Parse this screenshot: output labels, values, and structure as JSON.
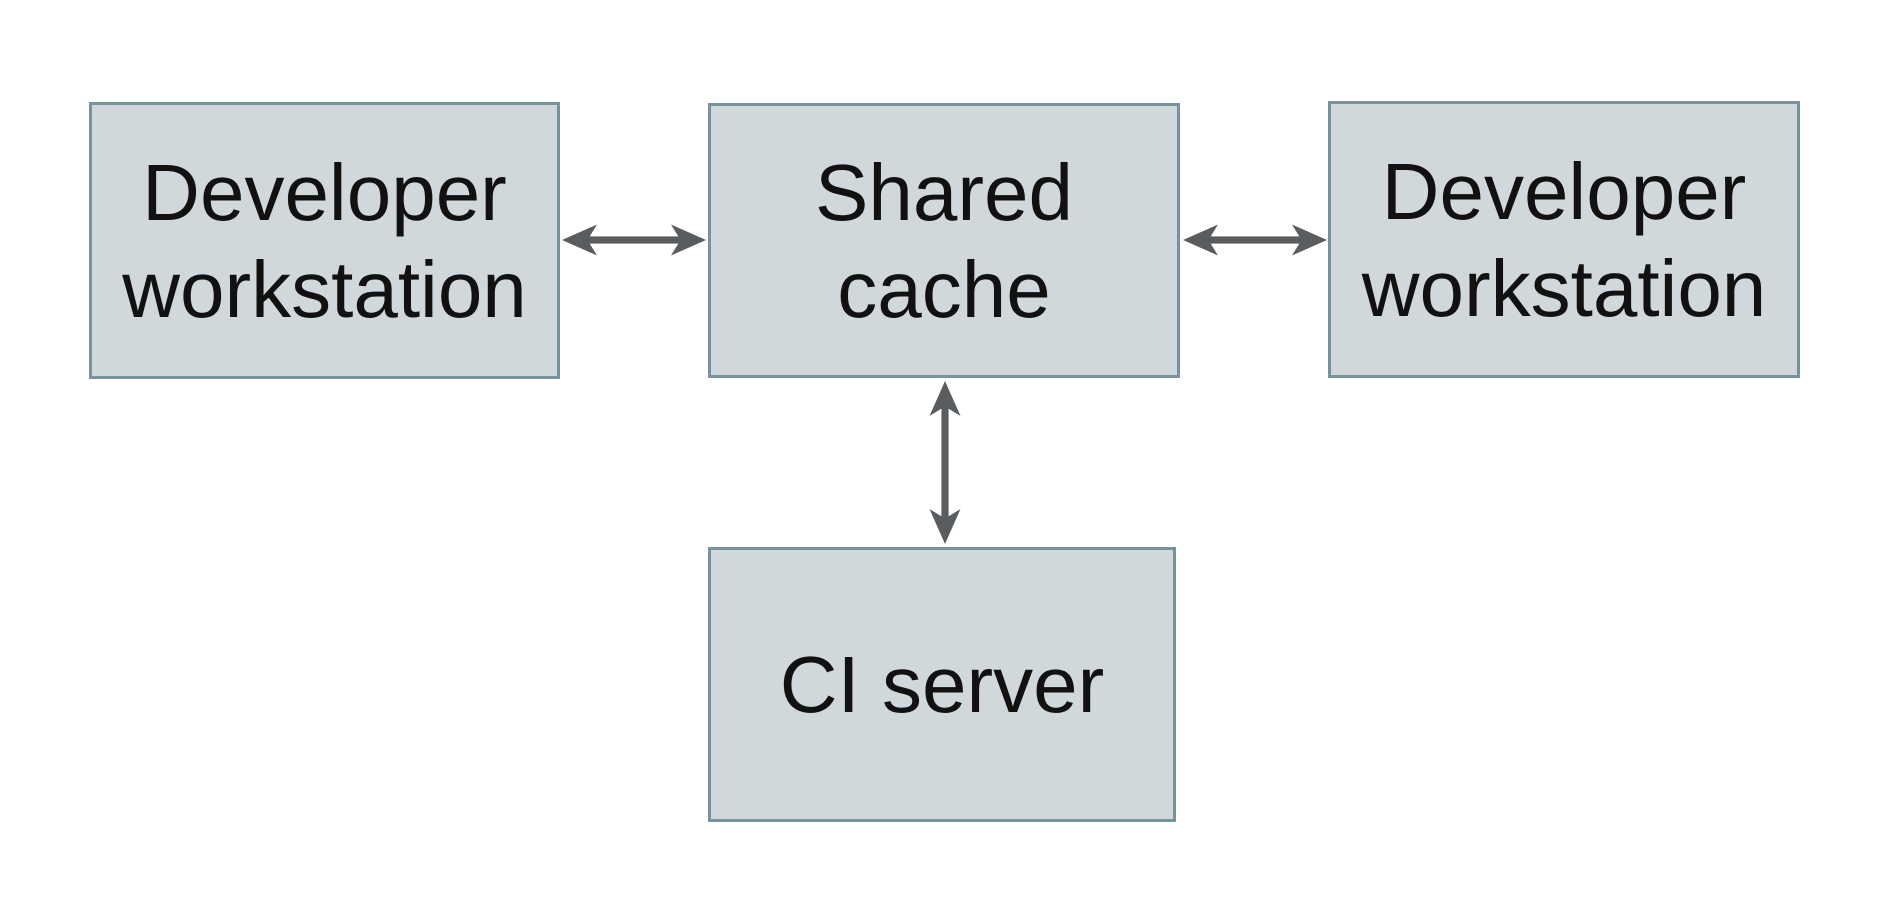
{
  "diagram": {
    "colors": {
      "background": "#ffffff",
      "node_fill": "#d1d8db",
      "node_border": "#78929e",
      "arrow_color": "#595d60",
      "text_color": "#111111"
    },
    "nodes": [
      {
        "id": "developer-workstation-left",
        "label_lines": [
          "Developer",
          "workstation"
        ]
      },
      {
        "id": "shared-cache",
        "label_lines": [
          "Shared",
          "cache"
        ]
      },
      {
        "id": "developer-workstation-right",
        "label_lines": [
          "Developer",
          "workstation"
        ]
      },
      {
        "id": "ci-server",
        "label_lines": [
          "CI server"
        ]
      }
    ],
    "edges": [
      {
        "from": "developer-workstation-left",
        "to": "shared-cache",
        "direction": "bidirectional",
        "orientation": "horizontal"
      },
      {
        "from": "shared-cache",
        "to": "developer-workstation-right",
        "direction": "bidirectional",
        "orientation": "horizontal"
      },
      {
        "from": "shared-cache",
        "to": "ci-server",
        "direction": "bidirectional",
        "orientation": "vertical"
      }
    ]
  }
}
